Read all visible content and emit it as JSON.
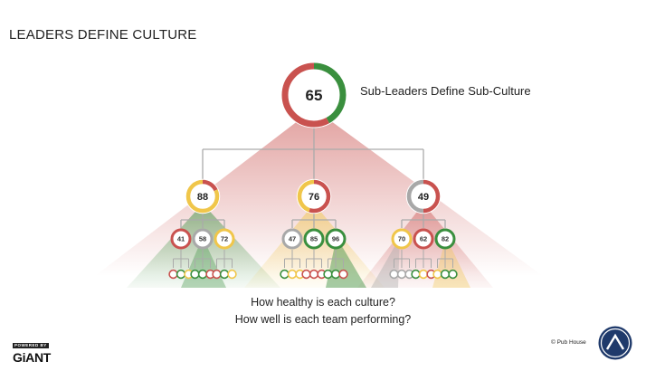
{
  "title": "LEADERS DEFINE CULTURE",
  "subtitle": "Sub-Leaders Define Sub-Culture",
  "questions": [
    "How healthy is each culture?",
    "How well is each team performing?"
  ],
  "brand": {
    "powered_by": "POWERED BY",
    "name": "GiANT"
  },
  "copyright": "© Pub House",
  "colors": {
    "green": "#3a8f3e",
    "red": "#c9524f",
    "yellow": "#f0c64a",
    "gray": "#a8a8a8",
    "connector": "#aaaaaa"
  },
  "tree": {
    "score": "65",
    "ring": [
      [
        "green",
        0.42
      ],
      [
        "red",
        0.58
      ]
    ],
    "children": [
      {
        "score": "88",
        "ring": [
          [
            "red",
            0.18
          ],
          [
            "yellow",
            0.82
          ]
        ],
        "children": [
          {
            "score": "41",
            "color": "red"
          },
          {
            "score": "58",
            "color": "gray"
          },
          {
            "score": "72",
            "color": "yellow"
          }
        ]
      },
      {
        "score": "76",
        "ring": [
          [
            "red",
            0.55
          ],
          [
            "yellow",
            0.45
          ]
        ],
        "children": [
          {
            "score": "47",
            "color": "gray"
          },
          {
            "score": "85",
            "color": "green"
          },
          {
            "score": "96",
            "color": "green"
          }
        ]
      },
      {
        "score": "49",
        "ring": [
          [
            "red",
            0.5
          ],
          [
            "gray",
            0.5
          ]
        ],
        "children": [
          {
            "score": "70",
            "color": "yellow"
          },
          {
            "score": "62",
            "color": "red"
          },
          {
            "score": "82",
            "color": "green"
          }
        ]
      }
    ]
  },
  "leaves": [
    [
      "red",
      "green",
      "yellow"
    ],
    [
      "green",
      "green",
      "red"
    ],
    [
      "red",
      "green",
      "yellow"
    ],
    [
      "green",
      "yellow",
      "yellow"
    ],
    [
      "red",
      "red",
      "red"
    ],
    [
      "green",
      "green",
      "red"
    ],
    [
      "gray",
      "gray",
      "gray"
    ],
    [
      "green",
      "yellow",
      "red"
    ],
    [
      "yellow",
      "green",
      "green"
    ]
  ]
}
